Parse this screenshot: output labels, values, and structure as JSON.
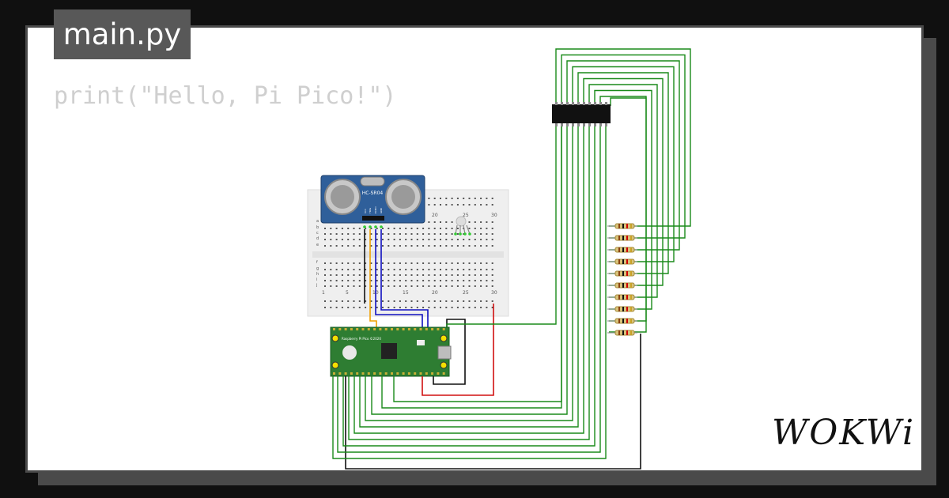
{
  "file_tab": {
    "label": "main.py"
  },
  "code": {
    "line1": "print(\"Hello, Pi Pico!\")"
  },
  "brand": {
    "logo_text": "WOKWi"
  },
  "sensor": {
    "label": "HC-SR04",
    "pins": [
      "VCC",
      "TRIG",
      "ECHO",
      "GND"
    ]
  },
  "breadboard": {
    "top_col_labels": [
      "20",
      "25",
      "30"
    ],
    "bottom_col_labels": [
      "1",
      "5",
      "10",
      "15",
      "20",
      "25",
      "30"
    ],
    "row_labels": [
      "a",
      "b",
      "c",
      "d",
      "e",
      "f",
      "g",
      "h",
      "i",
      "j"
    ]
  },
  "pico": {
    "label": "Raspberry Pi Pico ©2020"
  },
  "colors": {
    "wire_green": "#1a8a1a",
    "wire_red": "#d01010",
    "wire_black": "#111111",
    "wire_blue": "#1010c0",
    "wire_orange": "#f0a000",
    "pico_green": "#2e7d32",
    "sensor_blue": "#2f5f9a"
  }
}
